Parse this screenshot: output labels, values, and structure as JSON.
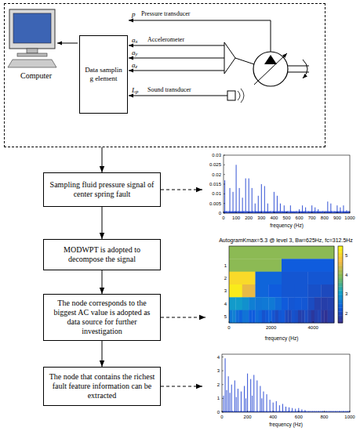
{
  "diagram": {
    "nodes": [
      {
        "text": [
          "Computer"
        ]
      },
      {
        "text": [
          "Data samplin g element"
        ],
        "in": 0
      },
      {
        "text": [
          "Sampling fluid pressure signal of center spring fault"
        ]
      },
      {
        "text": [
          "MODWPT is adopted to decompose the signal"
        ]
      },
      {
        "text": [
          "The node corresponds to the biggest AC value is adopted as data source for further investigation"
        ]
      },
      {
        "text": [
          "The node that contains the richest fault feature information can be extracted"
        ]
      },
      {
        "text": [
          "frequency (Hz)"
        ]
      },
      {
        "text": [
          "AutogramKmax=5.3 @ level 3, Bw=625Hz, fc=312.5Hz",
          "frequency (Hz)"
        ]
      },
      {
        "text": [
          "frequency (Hz)"
        ]
      }
    ],
    "edges": [
      {
        "from": 0,
        "to": 2,
        "arrow": "to"
      },
      {
        "from": 2,
        "to": 3,
        "arrow": "to"
      },
      {
        "from": 3,
        "to": 4,
        "arrow": "to"
      },
      {
        "from": 4,
        "to": 5,
        "arrow": "to"
      },
      {
        "from": 2,
        "to": 6,
        "arrow": "to"
      },
      {
        "from": 4,
        "to": 7,
        "arrow": "to"
      },
      {
        "from": 5,
        "to": 8,
        "arrow": "to"
      }
    ],
    "labels": [
      "p",
      "Pressure transducer",
      "ax",
      "Accelerometer",
      "ay",
      "az",
      "Lp",
      "Sound transducer",
      "0",
      "0.005",
      "0.01",
      "0.015",
      "0.02",
      "0.025",
      "0.03",
      "0",
      "100",
      "200",
      "300",
      "400",
      "500",
      "600",
      "700",
      "800",
      "900",
      "1000",
      "1",
      "2",
      "3",
      "4",
      "5",
      "0",
      "2000",
      "4000",
      "2",
      "3",
      "4",
      "5",
      "0",
      "1",
      "2",
      "3",
      "4",
      "0",
      "200",
      "400",
      "600",
      "800",
      "1000"
    ]
  }
}
